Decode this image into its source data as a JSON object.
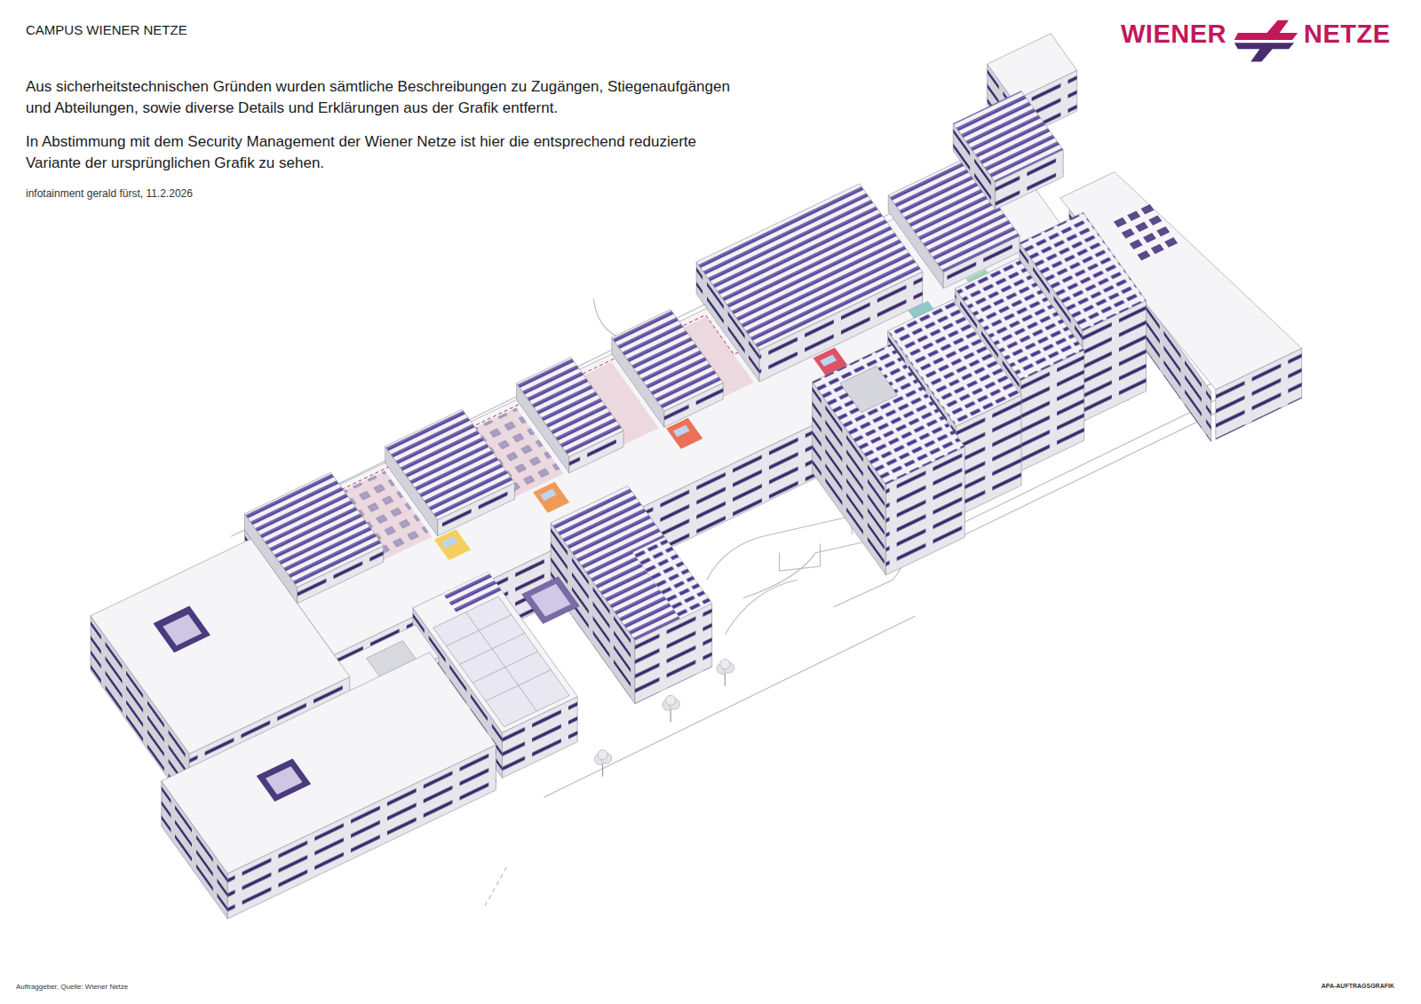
{
  "diagram": {
    "title": "CAMPUS WIENER NETZE",
    "labels": [
      "Aus sicherheitstechnischen Gründen wurden sämtliche Beschreibungen zu Zugängen, Stiegenaufgängen und Abteilungen, sowie diverse Details und Erklärungen aus der Grafik entfernt.",
      "In Abstimmung mit dem Security Management der Wiener Netze ist hier die entsprechend reduzierte Variante der ursprünglichen Grafik zu sehen.",
      "infotainment gerald fürst, 11.2.2026",
      "WIENER",
      "NETZE",
      "Auftraggeber, Quelle: Wiener Netze",
      "APA-AUFTRAGSGRAFIK"
    ]
  }
}
